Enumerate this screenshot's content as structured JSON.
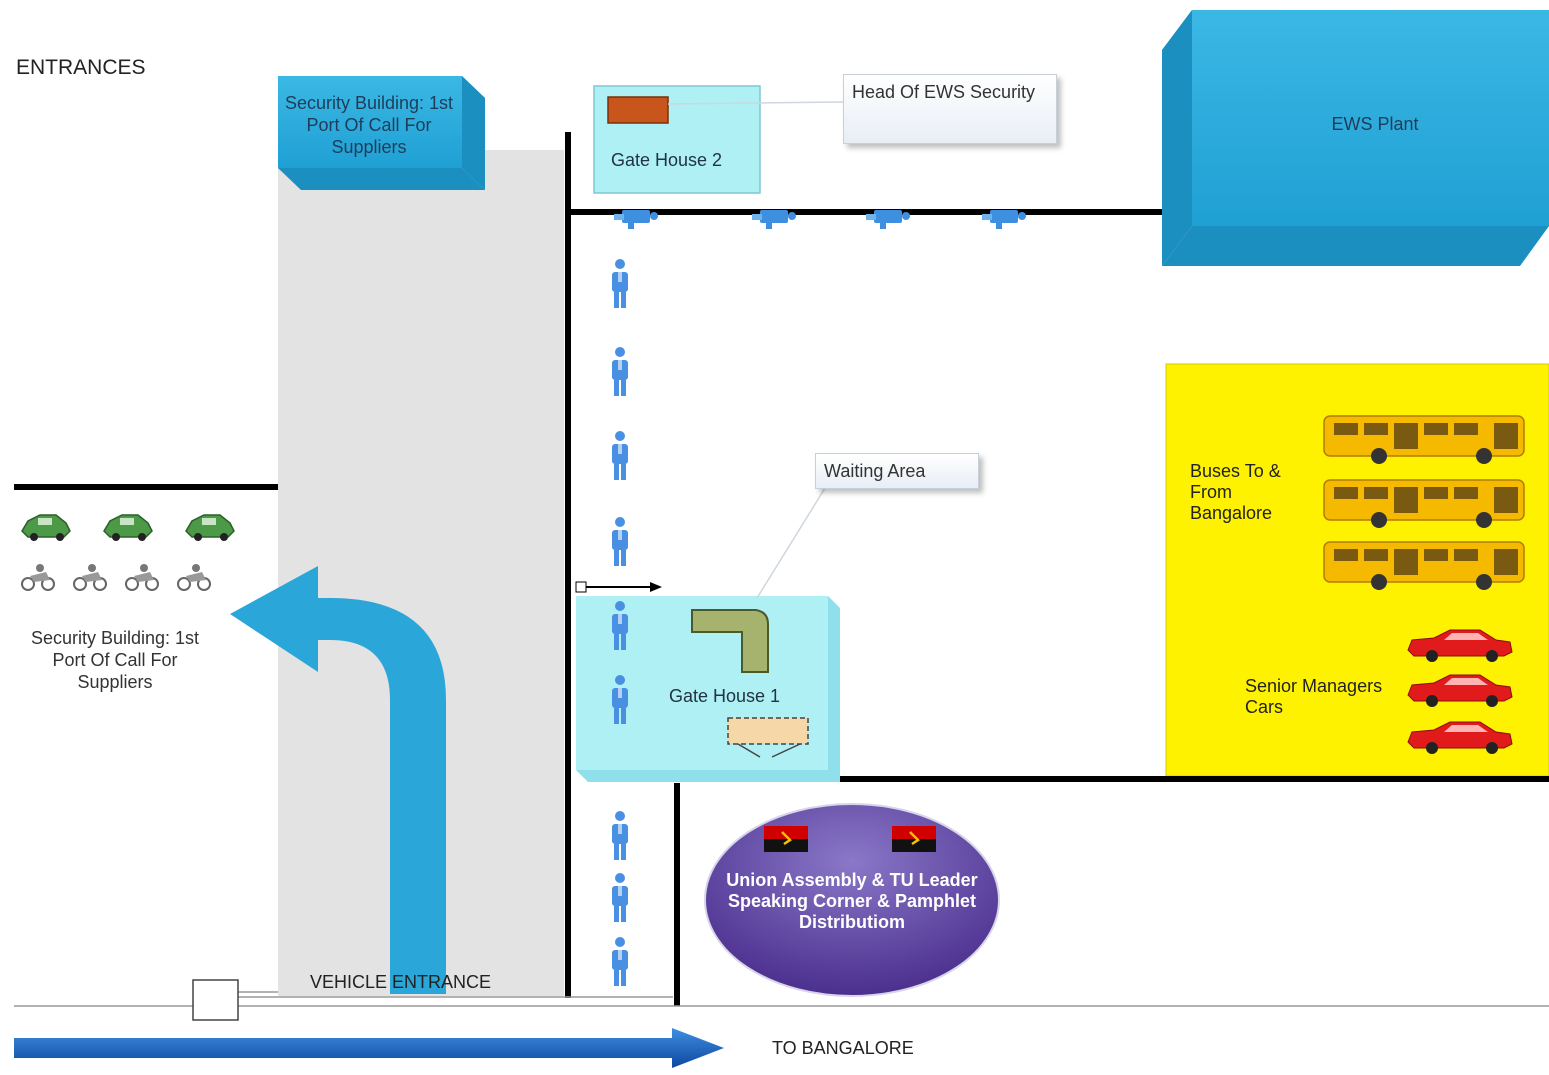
{
  "labels": {
    "entrances": "ENTRANCES",
    "security_top": "Security Building: 1st Port Of Call For Suppliers",
    "security_left": "Security Building: 1st Port Of Call For Suppliers",
    "gate_house_2": "Gate House 2",
    "gate_house_1": "Gate House 1",
    "head_of_security": "Head Of EWS Security",
    "waiting_area": "Waiting Area",
    "ews_plant": "EWS Plant",
    "buses": "Buses To & From Bangalore",
    "senior_cars": "Senior Managers Cars",
    "union": "Union Assembly & TU Leader Speaking Corner & Pamphlet Distributiom",
    "vehicle_entrance": "VEHICLE ENTRANCE",
    "to_bangalore": "TO BANGALORE"
  },
  "icons": {
    "cctv_camera": "cctv-camera-icon",
    "security_guard": "security-guard-icon",
    "green_car": "green-car-icon",
    "motorbike": "motorbike-icon",
    "bus": "bus-icon",
    "red_car": "red-car-icon",
    "flag": "angola-flag-icon",
    "sofa": "sofa-icon",
    "desk": "desk-icon"
  },
  "colors": {
    "accent_blue": "#2aa6d8",
    "cyan_box": "#aef0f4",
    "parking_yellow": "#fff200",
    "union_purple": "#5b3c9a",
    "road_blue": "#1565c0"
  },
  "counts": {
    "cameras": 4,
    "guards": 9,
    "green_cars": 3,
    "motorbikes": 4,
    "buses": 3,
    "red_cars": 3,
    "flags": 2
  }
}
